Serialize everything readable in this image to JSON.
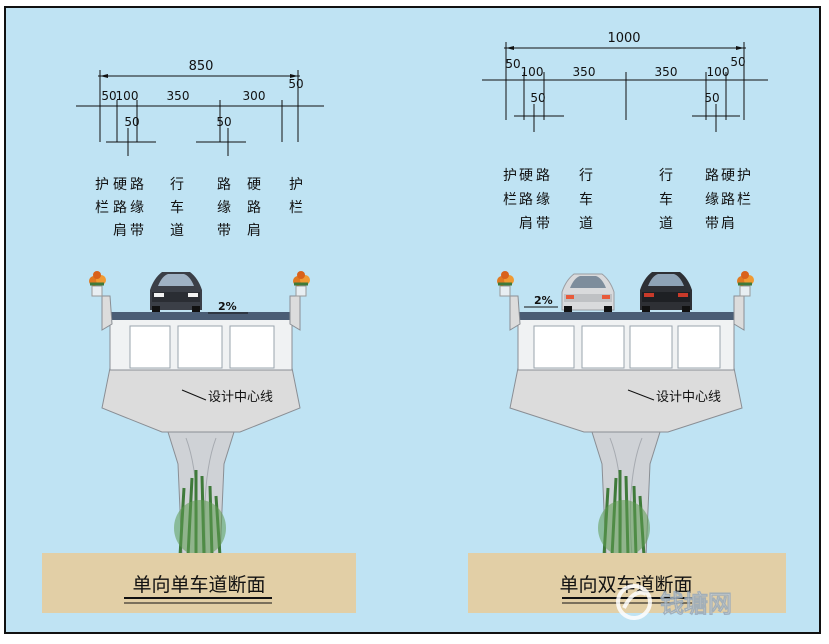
{
  "left": {
    "total": "850",
    "segments": [
      "50",
      "100",
      "350",
      "300",
      "50"
    ],
    "sub_dims": [
      "50",
      "50"
    ],
    "labels_r1": [
      "护",
      "硬",
      "路",
      "行",
      "路",
      "硬",
      "护"
    ],
    "labels_r2": [
      "栏",
      "路",
      "缘",
      "车",
      "缘",
      "路",
      "栏"
    ],
    "labels_r3": [
      "肩",
      "带",
      "道",
      "带",
      "肩"
    ],
    "slope": "2%",
    "centerline": "设计中心线",
    "title": "单向单车道断面"
  },
  "right": {
    "total": "1000",
    "segments": [
      "50",
      "100",
      "350",
      "350",
      "100",
      "50"
    ],
    "sub_dims": [
      "50",
      "50"
    ],
    "labels_r1": [
      "护",
      "硬",
      "路",
      "行",
      "行",
      "路",
      "硬",
      "护"
    ],
    "labels_r2": [
      "栏",
      "路",
      "缘",
      "车",
      "车",
      "缘",
      "路",
      "栏"
    ],
    "labels_r3": [
      "肩",
      "带",
      "道",
      "道",
      "带",
      "肩"
    ],
    "slope": "2%",
    "centerline": "设计中心线",
    "title": "单向双车道断面"
  },
  "watermark": "钱塘网",
  "colors": {
    "background": "#bfe3f3",
    "concrete": "#dcdcdc",
    "ground": "#e2cfa6",
    "deck": "#4a5d75"
  }
}
